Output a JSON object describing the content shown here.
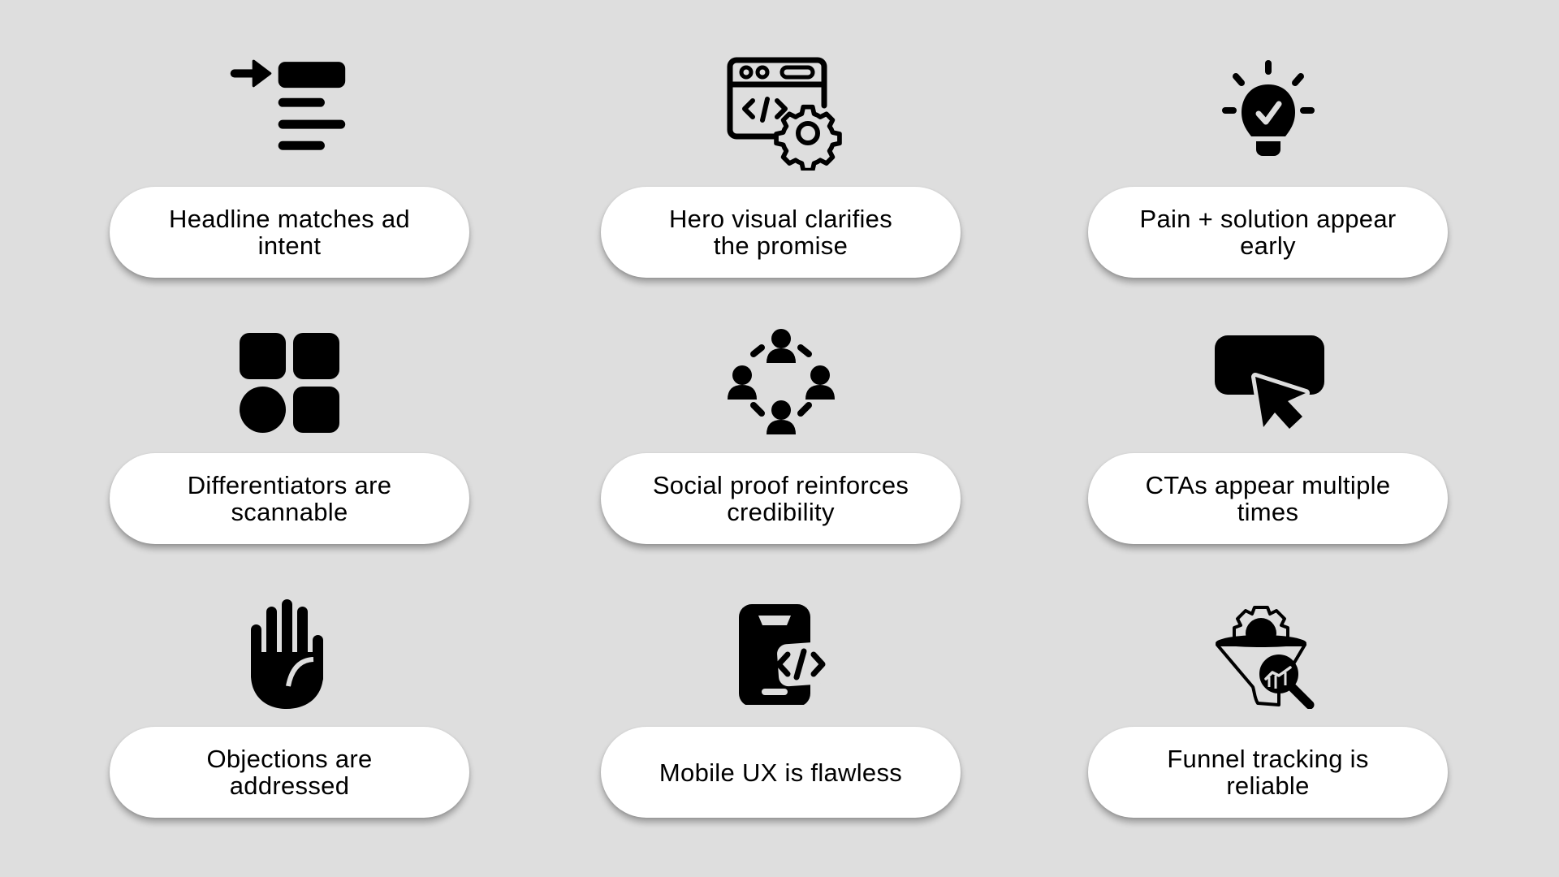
{
  "colors": {
    "background": "#dedede",
    "pill": "#ffffff",
    "text": "#000000",
    "icon": "#000000"
  },
  "items": [
    {
      "label": "Headline matches ad intent",
      "icon": "headline-arrow-icon"
    },
    {
      "label": "Hero visual clarifies the promise",
      "icon": "browser-code-gear-icon"
    },
    {
      "label": "Pain + solution appear early",
      "icon": "lightbulb-check-icon"
    },
    {
      "label": "Differentiators are scannable",
      "icon": "shapes-grid-icon"
    },
    {
      "label": "Social proof reinforces credibility",
      "icon": "community-circle-icon"
    },
    {
      "label": "CTAs appear multiple times",
      "icon": "button-cursor-icon"
    },
    {
      "label": "Objections are addressed",
      "icon": "raised-hand-icon"
    },
    {
      "label": "Mobile UX is flawless",
      "icon": "mobile-code-icon"
    },
    {
      "label": "Funnel tracking is reliable",
      "icon": "funnel-analytics-icon"
    }
  ]
}
